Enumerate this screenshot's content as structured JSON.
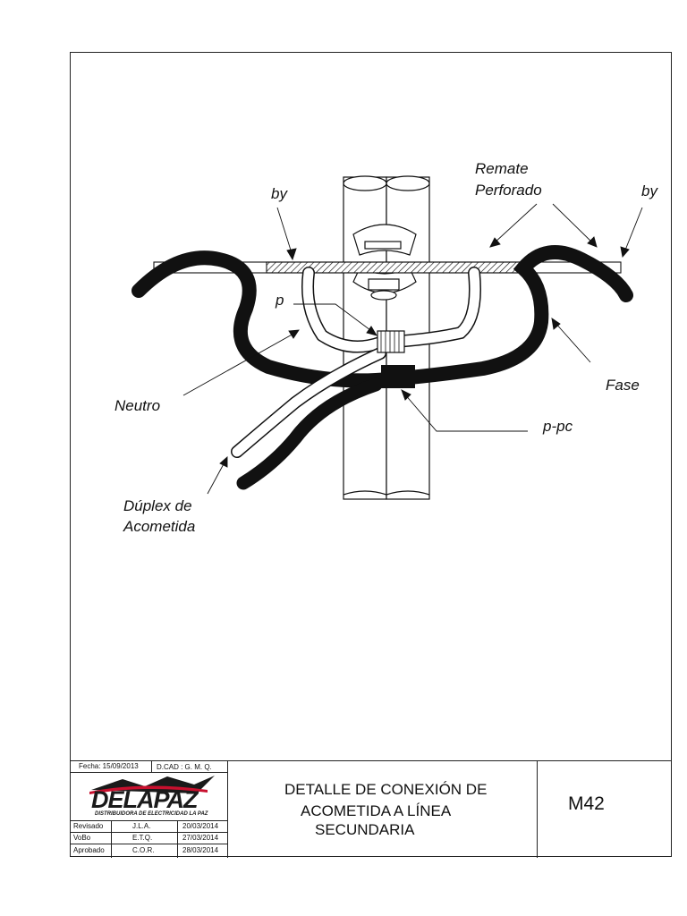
{
  "labels": {
    "remate_line1": "Remate",
    "remate_line2": "Perforado",
    "by_left": "by",
    "by_right": "by",
    "p": "p",
    "neutro": "Neutro",
    "fase": "Fase",
    "p_pc": "p-pc",
    "duplex_line1": "Dúplex de",
    "duplex_line2": "Acometida"
  },
  "title_block": {
    "fecha": "Fecha: 15/09/2013",
    "dcad": "D.CAD : G. M. Q.",
    "logo_text": "DELAPAZ",
    "logo_subtitle": "DISTRIBUIDORA DE ELECTRICIDAD LA PAZ",
    "rows": [
      {
        "role": "Revisado",
        "initials": "J.L.A.",
        "date": "20/03/2014"
      },
      {
        "role": "VoBo",
        "initials": "E.T.Q.",
        "date": "27/03/2014"
      },
      {
        "role": "Aprobado",
        "initials": "C.O.R.",
        "date": "28/03/2014"
      }
    ],
    "title_line1": "DETALLE DE CONEXIÓN DE",
    "title_line2": "ACOMETIDA A LÍNEA",
    "title_line3": "SECUNDARIA",
    "code": "M42"
  },
  "colors": {
    "line": "#111111",
    "logo_red": "#c8102e",
    "logo_dark": "#1a1a1a"
  }
}
